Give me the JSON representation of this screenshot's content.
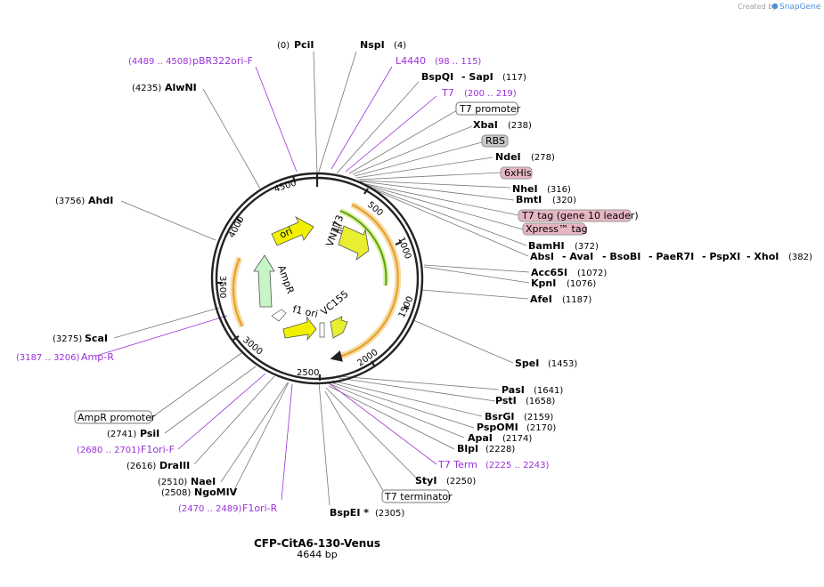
{
  "credit": {
    "prefix": "Created by",
    "brand": "SnapGene"
  },
  "plasmid": {
    "name": "CFP-CitA6-130-Venus",
    "length": "4644 bp"
  },
  "axis_ticks": [
    "500",
    "1000",
    "1500",
    "2000",
    "2500",
    "3000",
    "3500",
    "4000",
    "4500"
  ],
  "features": {
    "ori": "ori",
    "ampr": "AmpR",
    "f1": "f1 ori",
    "vn": "VN173",
    "vc": "VC155"
  },
  "sites": [
    {
      "pos": "(0)",
      "name": "PciI"
    },
    {
      "name": "NspI",
      "pos": "(4)"
    },
    {
      "pos": "(4489 .. 4508)",
      "name": "pBR322ori-F"
    },
    {
      "name": "L4440",
      "pos": "(98 .. 115)"
    },
    {
      "pos": "(4235)",
      "name": "AlwNI"
    },
    {
      "name": "BspQI",
      "name2": "- SapI",
      "pos": "(117)"
    },
    {
      "name": "T7",
      "pos": "(200 .. 219)"
    },
    {
      "name": "T7 promoter"
    },
    {
      "name": "XbaI",
      "pos": "(238)"
    },
    {
      "name": "RBS"
    },
    {
      "name": "NdeI",
      "pos": "(278)"
    },
    {
      "name": "6xHis"
    },
    {
      "name": "NheI",
      "pos": "(316)"
    },
    {
      "name": "BmtI",
      "pos": "(320)"
    },
    {
      "name": "T7 tag (gene 10 leader)"
    },
    {
      "name": "Xpress™ tag"
    },
    {
      "name": "BamHI",
      "pos": "(372)"
    },
    {
      "name": "AbsI",
      "name2": "- AvaI",
      "name3": "- BsoBI",
      "name4": "- PaeR7I",
      "name5": "- PspXI",
      "name6": "- XhoI",
      "pos": "(382)"
    },
    {
      "pos": "(3756)",
      "name": "AhdI"
    },
    {
      "name": "Acc65I",
      "pos": "(1072)"
    },
    {
      "name": "KpnI",
      "pos": "(1076)"
    },
    {
      "name": "AfeI",
      "pos": "(1187)"
    },
    {
      "pos": "(3275)",
      "name": "ScaI"
    },
    {
      "pos": "(3187 .. 3206)",
      "name": "Amp-R"
    },
    {
      "name": "SpeI",
      "pos": "(1453)"
    },
    {
      "name": "PasI",
      "pos": "(1641)"
    },
    {
      "name": "PstI",
      "pos": "(1658)"
    },
    {
      "name": "AmpR promoter"
    },
    {
      "name": "BsrGI",
      "pos": "(2159)"
    },
    {
      "pos": "(2741)",
      "name": "PsiI"
    },
    {
      "name": "PspOMI",
      "pos": "(2170)"
    },
    {
      "name": "ApaI",
      "pos": "(2174)"
    },
    {
      "pos": "(2680 .. 2701)",
      "name": "F1ori-F"
    },
    {
      "name": "BlpI",
      "pos": "(2228)"
    },
    {
      "pos": "(2616)",
      "name": "DraIII"
    },
    {
      "name": "T7 Term",
      "pos": "(2225 .. 2243)"
    },
    {
      "pos": "(2510)",
      "name": "NaeI"
    },
    {
      "name": "StyI",
      "pos": "(2250)"
    },
    {
      "pos": "(2508)",
      "name": "NgoMIV"
    },
    {
      "name": "T7 terminator"
    },
    {
      "pos": "(2470 .. 2489)",
      "name": "F1ori-R"
    },
    {
      "name": "BspEI *",
      "pos": "(2305)"
    }
  ],
  "colors": {
    "backbone": "#222222",
    "orange_feature": "#e8a030",
    "green_feature": "#8bd10f",
    "yellow_arrow": "#f0f000",
    "ampr_arrow": "#c8f5c8",
    "primer": "#9b30d9",
    "feature_box_pink": "#e7b6c3",
    "feature_box_gray": "#c8c8c8"
  }
}
